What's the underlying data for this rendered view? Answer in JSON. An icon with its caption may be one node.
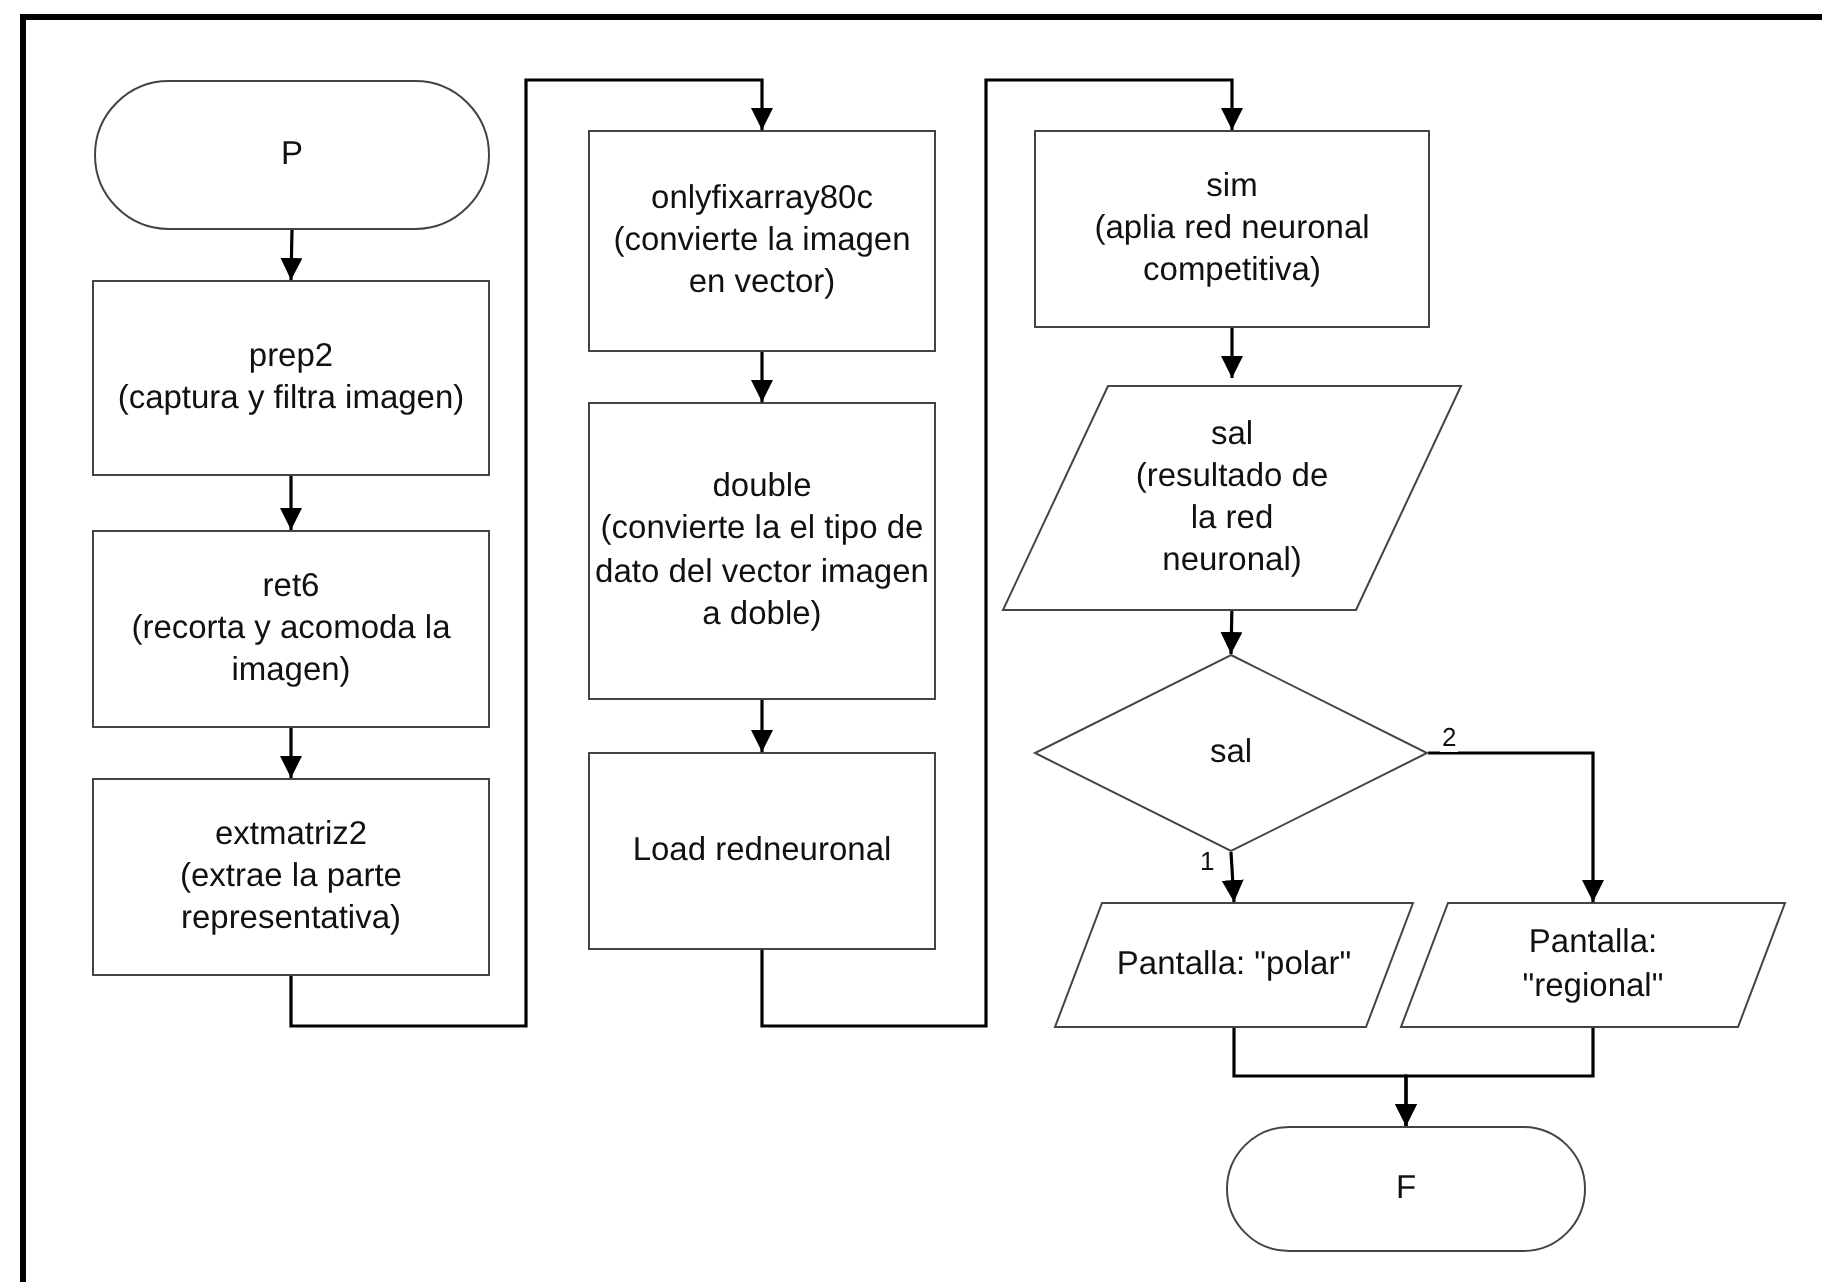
{
  "diagram": {
    "nodes": [
      {
        "text": [
          "P"
        ]
      },
      {
        "text": [
          "prep2",
          "(captura y filtra imagen)"
        ]
      },
      {
        "text": [
          "ret6",
          "(recorta y acomoda la imagen)"
        ]
      },
      {
        "text": [
          "extmatriz2",
          "(extrae la parte representativa)"
        ]
      },
      {
        "text": [
          "onlyfixarray80c",
          "(convierte la imagen en vector)"
        ]
      },
      {
        "text": [
          "double",
          "(convierte la el tipo de dato del vector imagen a doble)"
        ]
      },
      {
        "text": [
          "Load redneuronal"
        ]
      },
      {
        "text": [
          "sim",
          "(aplia red neuronal competitiva)"
        ]
      },
      {
        "text": [
          "sal",
          "(resultado de la red neuronal)"
        ]
      },
      {
        "text": [
          "sal"
        ]
      },
      {
        "text": [
          "Pantalla: \"polar\""
        ]
      },
      {
        "text": [
          "Pantalla: \"regional\""
        ]
      },
      {
        "text": [
          "F"
        ]
      }
    ],
    "edges": [
      {
        "from": 0,
        "to": 1,
        "arrow": "to"
      },
      {
        "from": 1,
        "to": 2,
        "arrow": "to"
      },
      {
        "from": 2,
        "to": 3,
        "arrow": "to"
      },
      {
        "from": 3,
        "to": 4,
        "arrow": "to"
      },
      {
        "from": 4,
        "to": 5,
        "arrow": "to"
      },
      {
        "from": 5,
        "to": 6,
        "arrow": "to"
      },
      {
        "from": 6,
        "to": 7,
        "arrow": "to"
      },
      {
        "from": 7,
        "to": 8,
        "arrow": "to"
      },
      {
        "from": 8,
        "to": 9,
        "arrow": "to"
      },
      {
        "from": 9,
        "to": 10,
        "arrow": "to",
        "label": "1"
      },
      {
        "from": 9,
        "to": 11,
        "arrow": "to",
        "label": "2"
      },
      {
        "from": 10,
        "to": 12,
        "arrow": "to"
      },
      {
        "from": 11,
        "to": 12,
        "arrow": "to"
      }
    ]
  }
}
